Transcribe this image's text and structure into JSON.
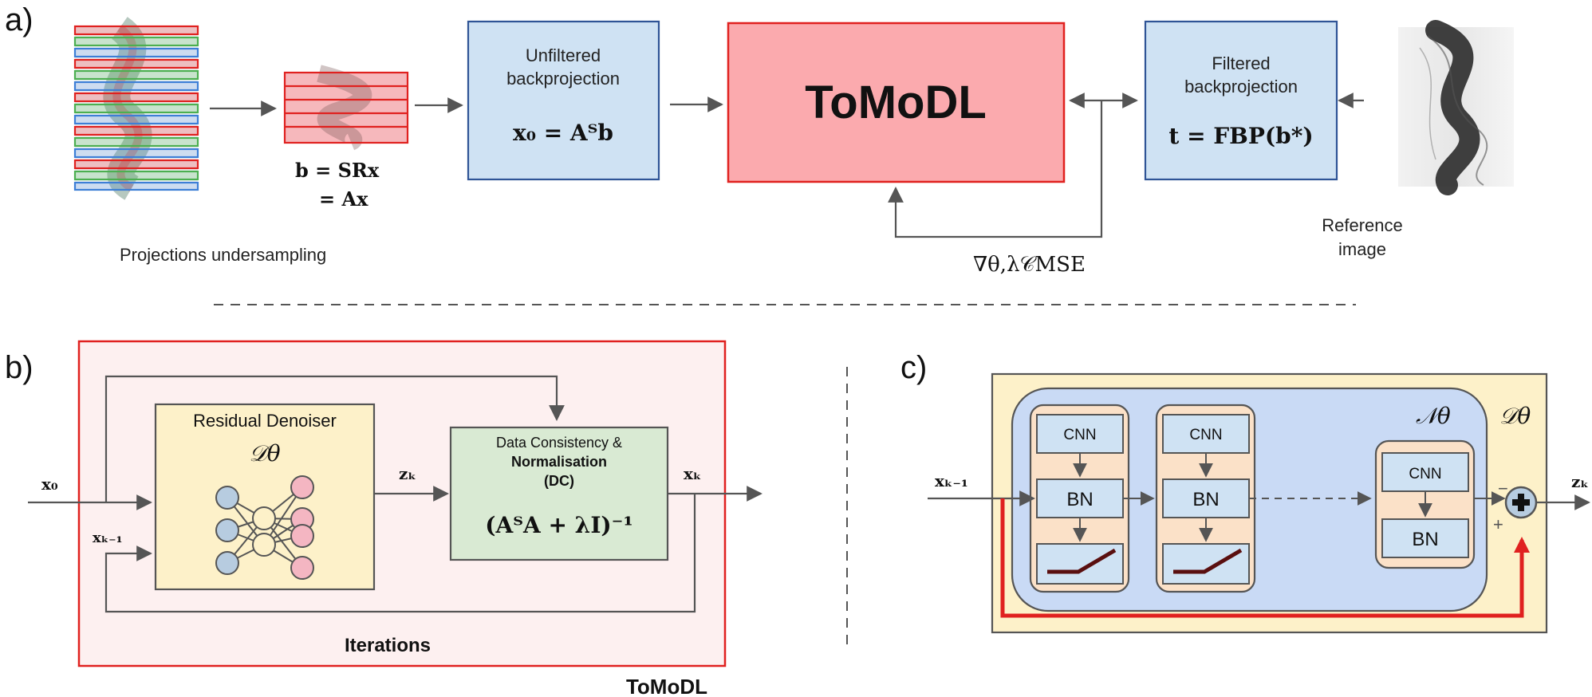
{
  "panel_a": {
    "label": "a)",
    "undersampling_caption": "Projections undersampling",
    "b_eq_line1": "b = SRx",
    "b_eq_line2": "= Ax",
    "unfiltered_line1": "Unfiltered",
    "unfiltered_line2": "backprojection",
    "unfiltered_formula": "x₀ = Aᵀb",
    "tomodl_label": "ToMoDL",
    "filtered_line1": "Filtered",
    "filtered_line2": "backprojection",
    "filtered_formula": "t = FBP(b*)",
    "gradient_label": "∇θ,λ𝒞MSE",
    "reference_line1": "Reference",
    "reference_line2": "image"
  },
  "panel_b": {
    "label": "b)",
    "denoiser_title": "Residual Denoiser",
    "denoiser_symbol": "𝒟θ",
    "dc_line1": "Data Consistency &",
    "dc_line2": "Normalisation",
    "dc_line3": "(DC)",
    "dc_formula": "(AᵀA + λI)⁻¹",
    "x0_label": "x₀",
    "xk1_label": "xₖ₋₁",
    "zk_label": "zₖ",
    "xk_label": "xₖ",
    "iterations_label": "Iterations",
    "tomodl_caption": "ToMoDL"
  },
  "panel_c": {
    "label": "c)",
    "n_theta": "𝒩θ",
    "d_theta": "𝒟θ",
    "cnn": "CNN",
    "bn": "BN",
    "xk1_label": "xₖ₋₁",
    "zk_label": "zₖ",
    "minus_sign": "−",
    "plus_sign": "+"
  },
  "colors": {
    "red": "#e0211f",
    "red_fill": "#fbaaae",
    "blue_fill": "#cfe2f3",
    "blue_stroke": "#2f5496",
    "yellow_fill": "#fdf1c9",
    "green_fill": "#d9ead3",
    "pink_bg": "#fdf0f0",
    "orange_fill": "#fbe1c8",
    "node_blue": "#b7cce0",
    "node_pink": "#f4b6c2"
  }
}
